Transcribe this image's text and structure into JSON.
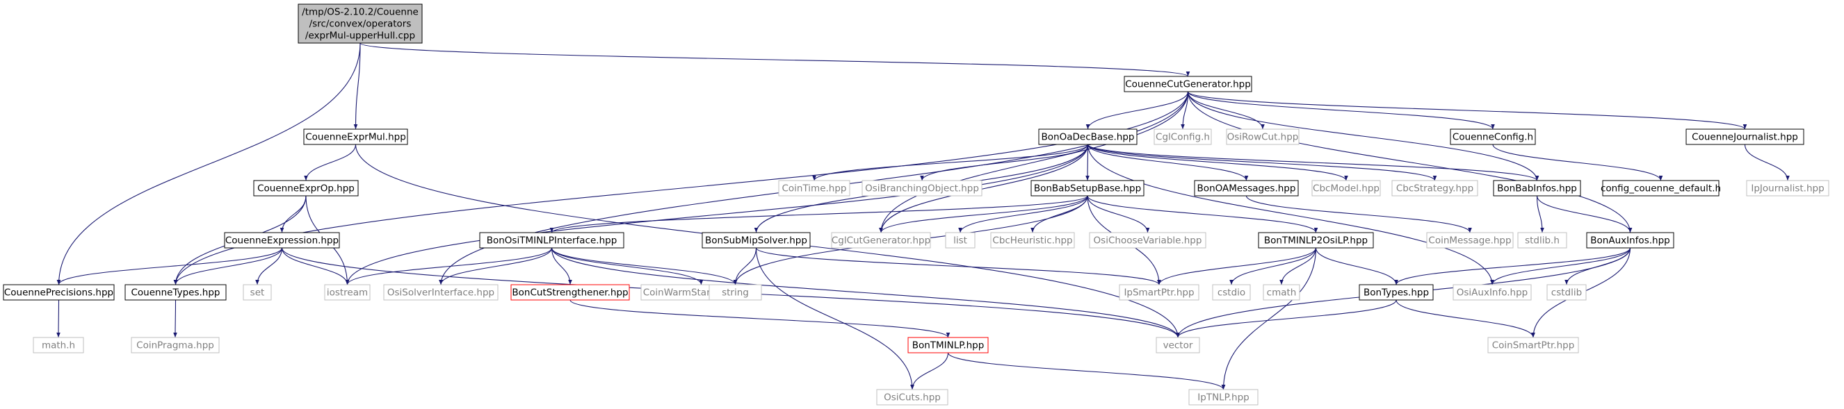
{
  "colors": {
    "edge": "#191970",
    "root_fill": "#bfbfbf",
    "node_border": "#000000",
    "missing_border": "#bfbfbf",
    "missing_text": "#7f7f7f",
    "warn_border": "#ff0000",
    "text": "#000000"
  },
  "nodes": [
    {
      "id": "root",
      "lines": [
        "/tmp/OS-2.10.2/Couenne",
        "/src/convex/operators",
        "/exprMul-upperHull.cpp"
      ],
      "style": "root"
    },
    {
      "id": "ccg",
      "lines": [
        "CouenneCutGenerator.hpp"
      ],
      "style": "normal"
    },
    {
      "id": "cem",
      "lines": [
        "CouenneExprMul.hpp"
      ],
      "style": "normal"
    },
    {
      "id": "boadb",
      "lines": [
        "BonOaDecBase.hpp"
      ],
      "style": "normal"
    },
    {
      "id": "cglconfig",
      "lines": [
        "CglConfig.h"
      ],
      "style": "missing"
    },
    {
      "id": "osirowcut",
      "lines": [
        "OsiRowCut.hpp"
      ],
      "style": "missing"
    },
    {
      "id": "cconfig",
      "lines": [
        "CouenneConfig.h"
      ],
      "style": "normal"
    },
    {
      "id": "cjournal",
      "lines": [
        "CouenneJournalist.hpp"
      ],
      "style": "normal"
    },
    {
      "id": "ceop",
      "lines": [
        "CouenneExprOp.hpp"
      ],
      "style": "normal"
    },
    {
      "id": "cointime",
      "lines": [
        "CoinTime.hpp"
      ],
      "style": "missing"
    },
    {
      "id": "osibranch",
      "lines": [
        "OsiBranchingObject.hpp"
      ],
      "style": "missing"
    },
    {
      "id": "bbsb",
      "lines": [
        "BonBabSetupBase.hpp"
      ],
      "style": "normal"
    },
    {
      "id": "boamsg",
      "lines": [
        "BonOAMessages.hpp"
      ],
      "style": "normal"
    },
    {
      "id": "cbcmodel",
      "lines": [
        "CbcModel.hpp"
      ],
      "style": "missing"
    },
    {
      "id": "cbcstrat",
      "lines": [
        "CbcStrategy.hpp"
      ],
      "style": "missing"
    },
    {
      "id": "bbinfos",
      "lines": [
        "BonBabInfos.hpp"
      ],
      "style": "normal"
    },
    {
      "id": "ccdefault",
      "lines": [
        "config_couenne_default.h"
      ],
      "style": "normal"
    },
    {
      "id": "ipjournal",
      "lines": [
        "IpJournalist.hpp"
      ],
      "style": "missing"
    },
    {
      "id": "cexpr",
      "lines": [
        "CouenneExpression.hpp"
      ],
      "style": "normal"
    },
    {
      "id": "bosi",
      "lines": [
        "BonOsiTMINLPInterface.hpp"
      ],
      "style": "normal"
    },
    {
      "id": "bsubmip",
      "lines": [
        "BonSubMipSolver.hpp"
      ],
      "style": "normal"
    },
    {
      "id": "cglcutgen",
      "lines": [
        "CglCutGenerator.hpp"
      ],
      "style": "missing"
    },
    {
      "id": "list",
      "lines": [
        "list"
      ],
      "style": "missing"
    },
    {
      "id": "cbcheur",
      "lines": [
        "CbcHeuristic.hpp"
      ],
      "style": "missing"
    },
    {
      "id": "osichoose",
      "lines": [
        "OsiChooseVariable.hpp"
      ],
      "style": "missing"
    },
    {
      "id": "btminlp2",
      "lines": [
        "BonTMINLP2OsiLP.hpp"
      ],
      "style": "normal"
    },
    {
      "id": "coinmsg",
      "lines": [
        "CoinMessage.hpp"
      ],
      "style": "missing"
    },
    {
      "id": "stdlibh",
      "lines": [
        "stdlib.h"
      ],
      "style": "missing"
    },
    {
      "id": "bauxinfos",
      "lines": [
        "BonAuxInfos.hpp"
      ],
      "style": "normal"
    },
    {
      "id": "cprec",
      "lines": [
        "CouennePrecisions.hpp"
      ],
      "style": "normal"
    },
    {
      "id": "ctypes",
      "lines": [
        "CouenneTypes.hpp"
      ],
      "style": "normal"
    },
    {
      "id": "set",
      "lines": [
        "set"
      ],
      "style": "missing"
    },
    {
      "id": "iostream",
      "lines": [
        "iostream"
      ],
      "style": "missing"
    },
    {
      "id": "osisolver",
      "lines": [
        "OsiSolverInterface.hpp"
      ],
      "style": "missing"
    },
    {
      "id": "bcutstr",
      "lines": [
        "BonCutStrengthener.hpp"
      ],
      "style": "warn"
    },
    {
      "id": "coinwarm",
      "lines": [
        "CoinWarmStartBasis.hpp"
      ],
      "style": "missing"
    },
    {
      "id": "string",
      "lines": [
        "string"
      ],
      "style": "missing"
    },
    {
      "id": "ipsmart",
      "lines": [
        "IpSmartPtr.hpp"
      ],
      "style": "missing"
    },
    {
      "id": "cstdio",
      "lines": [
        "cstdio"
      ],
      "style": "missing"
    },
    {
      "id": "cmath",
      "lines": [
        "cmath"
      ],
      "style": "missing"
    },
    {
      "id": "btypes",
      "lines": [
        "BonTypes.hpp"
      ],
      "style": "normal"
    },
    {
      "id": "osiaux",
      "lines": [
        "OsiAuxInfo.hpp"
      ],
      "style": "missing"
    },
    {
      "id": "cstdlib",
      "lines": [
        "cstdlib"
      ],
      "style": "missing"
    },
    {
      "id": "mathh",
      "lines": [
        "math.h"
      ],
      "style": "missing"
    },
    {
      "id": "coinpragma",
      "lines": [
        "CoinPragma.hpp"
      ],
      "style": "missing"
    },
    {
      "id": "btminlp",
      "lines": [
        "BonTMINLP.hpp"
      ],
      "style": "warn"
    },
    {
      "id": "vector",
      "lines": [
        "vector"
      ],
      "style": "missing"
    },
    {
      "id": "coinsmart",
      "lines": [
        "CoinSmartPtr.hpp"
      ],
      "style": "missing"
    },
    {
      "id": "osicuts",
      "lines": [
        "OsiCuts.hpp"
      ],
      "style": "missing"
    },
    {
      "id": "iptnlp",
      "lines": [
        "IpTNLP.hpp"
      ],
      "style": "missing"
    }
  ],
  "edges": [
    [
      "root",
      "ccg"
    ],
    [
      "root",
      "cem"
    ],
    [
      "root",
      "cprec"
    ],
    [
      "ccg",
      "boadb"
    ],
    [
      "ccg",
      "cglconfig"
    ],
    [
      "ccg",
      "osirowcut"
    ],
    [
      "ccg",
      "cconfig"
    ],
    [
      "ccg",
      "cjournal"
    ],
    [
      "ccg",
      "bbinfos"
    ],
    [
      "ccg",
      "bauxinfos"
    ],
    [
      "ccg",
      "ctypes"
    ],
    [
      "ccg",
      "osisolver"
    ],
    [
      "ccg",
      "cglcutgen"
    ],
    [
      "cem",
      "ceop"
    ],
    [
      "cem",
      "vector"
    ],
    [
      "ceop",
      "cexpr"
    ],
    [
      "ceop",
      "ctypes"
    ],
    [
      "ceop",
      "iostream"
    ],
    [
      "cexpr",
      "cprec"
    ],
    [
      "cexpr",
      "ctypes"
    ],
    [
      "cexpr",
      "set"
    ],
    [
      "cexpr",
      "iostream"
    ],
    [
      "cexpr",
      "vector"
    ],
    [
      "ctypes",
      "coinpragma"
    ],
    [
      "cprec",
      "mathh"
    ],
    [
      "cconfig",
      "ccdefault"
    ],
    [
      "cjournal",
      "ipjournal"
    ],
    [
      "boadb",
      "cointime"
    ],
    [
      "boadb",
      "osibranch"
    ],
    [
      "boadb",
      "bbsb"
    ],
    [
      "boadb",
      "boamsg"
    ],
    [
      "boadb",
      "cbcmodel"
    ],
    [
      "boadb",
      "cbcstrat"
    ],
    [
      "boadb",
      "bbinfos"
    ],
    [
      "boadb",
      "bsubmip"
    ],
    [
      "boadb",
      "cglcutgen"
    ],
    [
      "boadb",
      "iostream"
    ],
    [
      "boadb",
      "osiaux"
    ],
    [
      "bbsb",
      "bosi"
    ],
    [
      "bbsb",
      "cglcutgen"
    ],
    [
      "bbsb",
      "list"
    ],
    [
      "bbsb",
      "cbcheur"
    ],
    [
      "bbsb",
      "osichoose"
    ],
    [
      "bbsb",
      "btminlp2"
    ],
    [
      "bbsb",
      "ipsmart"
    ],
    [
      "bbsb",
      "string"
    ],
    [
      "boamsg",
      "coinmsg"
    ],
    [
      "bbinfos",
      "stdlibh"
    ],
    [
      "bbinfos",
      "bauxinfos"
    ],
    [
      "bauxinfos",
      "btypes"
    ],
    [
      "bauxinfos",
      "osiaux"
    ],
    [
      "bauxinfos",
      "cstdlib"
    ],
    [
      "bauxinfos",
      "coinsmart"
    ],
    [
      "bauxinfos",
      "vector"
    ],
    [
      "bosi",
      "iostream"
    ],
    [
      "bosi",
      "osisolver"
    ],
    [
      "bosi",
      "bcutstr"
    ],
    [
      "bosi",
      "coinwarm"
    ],
    [
      "bosi",
      "string"
    ],
    [
      "bosi",
      "vector"
    ],
    [
      "bcutstr",
      "btminlp"
    ],
    [
      "bsubmip",
      "string"
    ],
    [
      "bsubmip",
      "ipsmart"
    ],
    [
      "bsubmip",
      "osicuts"
    ],
    [
      "btminlp2",
      "ipsmart"
    ],
    [
      "btminlp2",
      "cstdio"
    ],
    [
      "btminlp2",
      "cmath"
    ],
    [
      "btminlp2",
      "btypes"
    ],
    [
      "btminlp2",
      "iptnlp"
    ],
    [
      "btypes",
      "vector"
    ],
    [
      "btypes",
      "coinsmart"
    ],
    [
      "btminlp",
      "osicuts"
    ],
    [
      "btminlp",
      "iptnlp"
    ]
  ]
}
